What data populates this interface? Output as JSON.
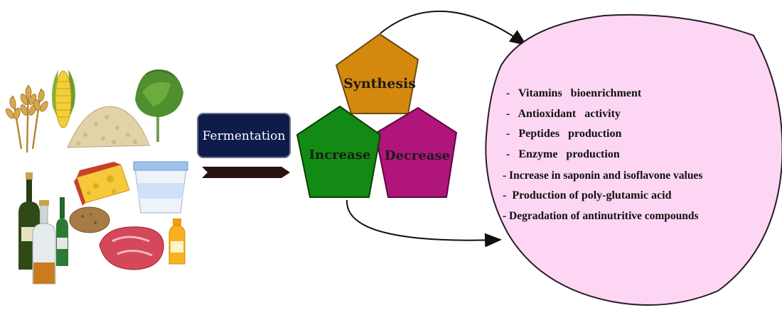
{
  "process": {
    "label": "Fermentation"
  },
  "effects": {
    "synthesis": "Synthesis",
    "increase": "Increase",
    "decrease": "Decrease"
  },
  "outcomes": [
    "-   Vitamins   bioenrichment",
    "-   Antioxidant   activity",
    "-   Peptides   production",
    "-   Enzyme   production",
    "- Increase in saponin and isoflavone values",
    "-  Production of poly-glutamic acid",
    "- Degradation of antinutritive compounds"
  ],
  "colors": {
    "synthesis": "#d4890e",
    "increase": "#138a13",
    "decrease": "#b0157c",
    "fermentation_box": "#0f1b4a",
    "outcome_fill": "#fcd6f3",
    "outcome_stroke": "#2a1a2a"
  },
  "icons": [
    "wheat-icon",
    "corn-icon",
    "grain-pile-icon",
    "lettuce-icon",
    "wine-bottle-icon",
    "cheese-icon",
    "yogurt-cup-icon",
    "potato-icon",
    "spirit-bottle-icon",
    "beer-bottle-icon",
    "meat-steak-icon",
    "juice-bottle-icon"
  ]
}
